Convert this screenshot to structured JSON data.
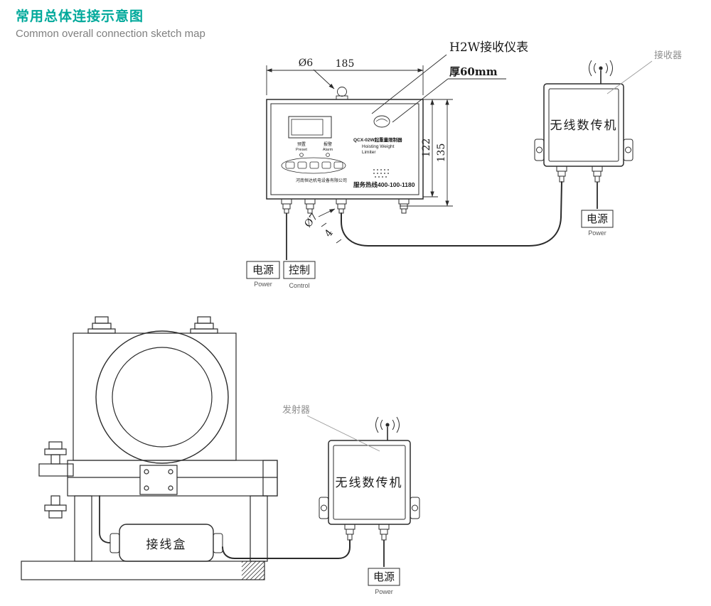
{
  "header": {
    "title_cn": "常用总体连接示意图",
    "title_en": "Common overall connection sketch map"
  },
  "colors": {
    "title_accent": "#00A99B",
    "line": "#2b2b2b",
    "muted_label": "#8f8f8f"
  },
  "top": {
    "dim_width": "185",
    "dim_hole_top": "Ø6",
    "dim_height_inner": "122",
    "dim_height_outer": "135",
    "dim_hole_bottom": "Ø7",
    "dim_offset": "4",
    "meter_label": "H2W接收仪表",
    "thickness_label": "厚60mm",
    "receiver_label": "接收器",
    "wireless_label": "无线数传机",
    "power_cn": "电源",
    "power_en": "Power",
    "control_cn": "控制",
    "control_en": "Control",
    "panel": {
      "model": "QCX-02W起重量限制器",
      "name1": "Hoisting Weight",
      "name2": "Limiter",
      "ind1_cn": "预置",
      "ind1_en": "Preset",
      "ind2_cn": "报警",
      "ind2_en": "Alarm",
      "company": "河南恒达机电设备有限公司",
      "hotline": "服务热线400-100-1180"
    }
  },
  "bottom": {
    "transmitter_label": "发射器",
    "wireless_label": "无线数传机",
    "junction_label": "接线盒",
    "power_cn": "电源",
    "power_en": "Power"
  }
}
